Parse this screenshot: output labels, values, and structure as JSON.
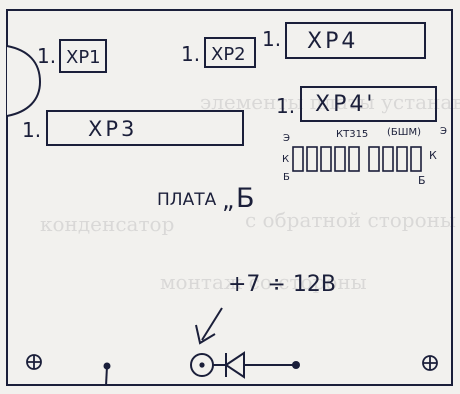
{
  "board": {
    "title": "ПЛАТА",
    "title_mark": "Б",
    "quote_mark": "„"
  },
  "connectors": [
    {
      "id": "xp1",
      "count": "1.",
      "label": "XP1"
    },
    {
      "id": "xp2",
      "count": "1.",
      "label": "XP2"
    },
    {
      "id": "xp4",
      "count": "1.",
      "label": "XP4"
    },
    {
      "id": "xp4p",
      "count": "1.",
      "label": "XP4'"
    },
    {
      "id": "xp3",
      "count": "1.",
      "label": "XP3"
    }
  ],
  "transistor_row": {
    "part_a": "КТ315",
    "part_b": "(БШМ)",
    "pin_e": "Э",
    "pin_k": "К",
    "pin_b": "Б",
    "pin_count": 9
  },
  "power": {
    "label": "+7 ÷ 12В"
  },
  "colors": {
    "ink": "#1b1f3a",
    "paper": "#f2f1ee"
  },
  "show_through_text": [
    "элементы платы устанавливаются",
    "с обратной стороны",
    "конденсатор",
    "монтаж со стороны"
  ]
}
